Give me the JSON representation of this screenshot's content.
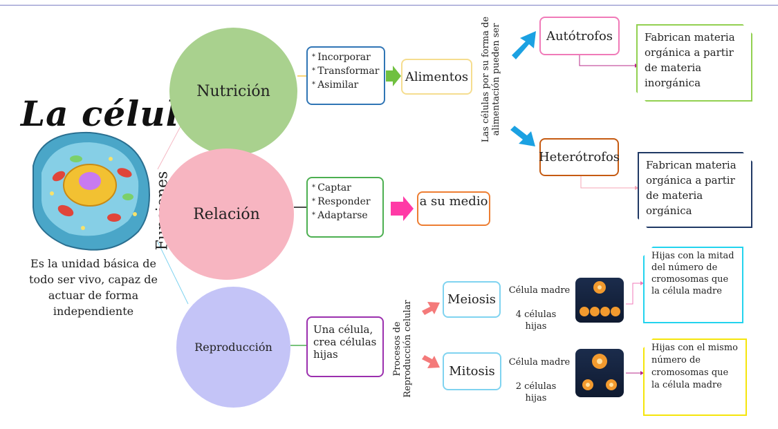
{
  "title": "La célula",
  "description": "Es la unidad básica de todo ser vivo, capaz de actuar de forma independiente",
  "funciones_label": "Funciones",
  "nutricion": {
    "label": "Nutrición",
    "items": [
      "Incorporar",
      "Transformar",
      "Asimilar"
    ],
    "result": "Alimentos",
    "vertical_text": "Las células por su forma de alimentación pueden ser",
    "autotrofos": "Autótrofos",
    "autotrofos_desc": "Fabrican materia orgánica a partir de materia inorgánica",
    "heterotrofos": "Heterótrofos",
    "heterotrofos_desc": "Fabrican materia orgánica a partir de materia orgánica"
  },
  "relacion": {
    "label": "Relación",
    "items": [
      "Captar",
      "Responder",
      "Adaptarse"
    ],
    "result": "a su medio"
  },
  "reproduccion": {
    "label": "Reproducción",
    "desc": "Una célula, crea células hijas",
    "vertical_text": "Procesos de Reproducción celular",
    "meiosis": "Meiosis",
    "meiosis_madre": "Célula madre",
    "meiosis_hijas": "4 células hijas",
    "meiosis_desc": "Hijas con la mitad del número de cromosomas que la célula madre",
    "mitosis": "Mitosis",
    "mitosis_madre": "Célula madre",
    "mitosis_hijas": "2 células hijas",
    "mitosis_desc": "Hijas con el mismo número de cromosomas que la célula madre"
  },
  "colors": {
    "nutricion": "#a9d18e",
    "relacion": "#f7b5c1",
    "reproduccion": "#c4c4f7",
    "arrow_blue": "#1ba1e2",
    "arrow_pink": "#ff3aa6",
    "arrow_green": "#70c040",
    "arrow_salmon": "#f47a7a"
  },
  "icons": [
    "cell-illustration",
    "meiosis-diagram-icon",
    "mitosis-diagram-icon"
  ]
}
